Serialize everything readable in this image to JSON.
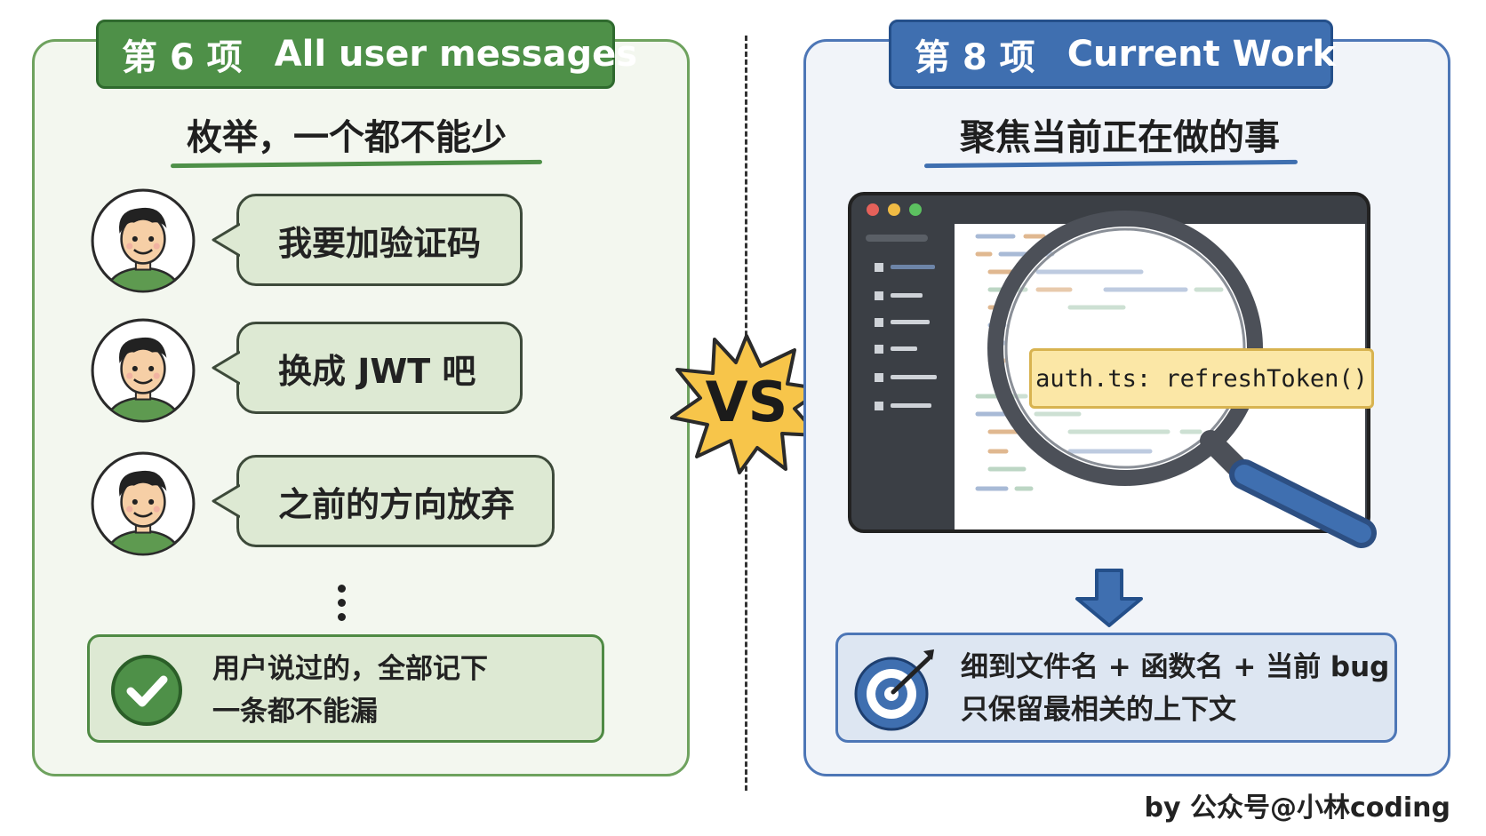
{
  "left": {
    "tab": {
      "number": "第 6 项",
      "title": "All user messages"
    },
    "subtitle": "枚举，一个都不能少",
    "messages": [
      "我要加验证码",
      "换成 JWT 吧",
      "之前的方向放弃"
    ],
    "summary": {
      "line1": "用户说过的，全部记下",
      "line2": "一条都不能漏"
    },
    "colors": {
      "accent": "#4e9048",
      "panel": "#f3f7ef",
      "bubble": "#dde9d3"
    }
  },
  "center": {
    "badge": "VS"
  },
  "right": {
    "tab": {
      "number": "第 8 项",
      "title": "Current Work"
    },
    "subtitle": "聚焦当前正在做的事",
    "callout": "auth.ts: refreshToken()",
    "summary": {
      "line1": "细到文件名 + 函数名 + 当前 bug",
      "line2": "只保留最相关的上下文"
    },
    "colors": {
      "accent": "#3f6fb0",
      "panel": "#f1f4f9",
      "box": "#dde6f2"
    }
  },
  "footer": "by 公众号@小林coding"
}
